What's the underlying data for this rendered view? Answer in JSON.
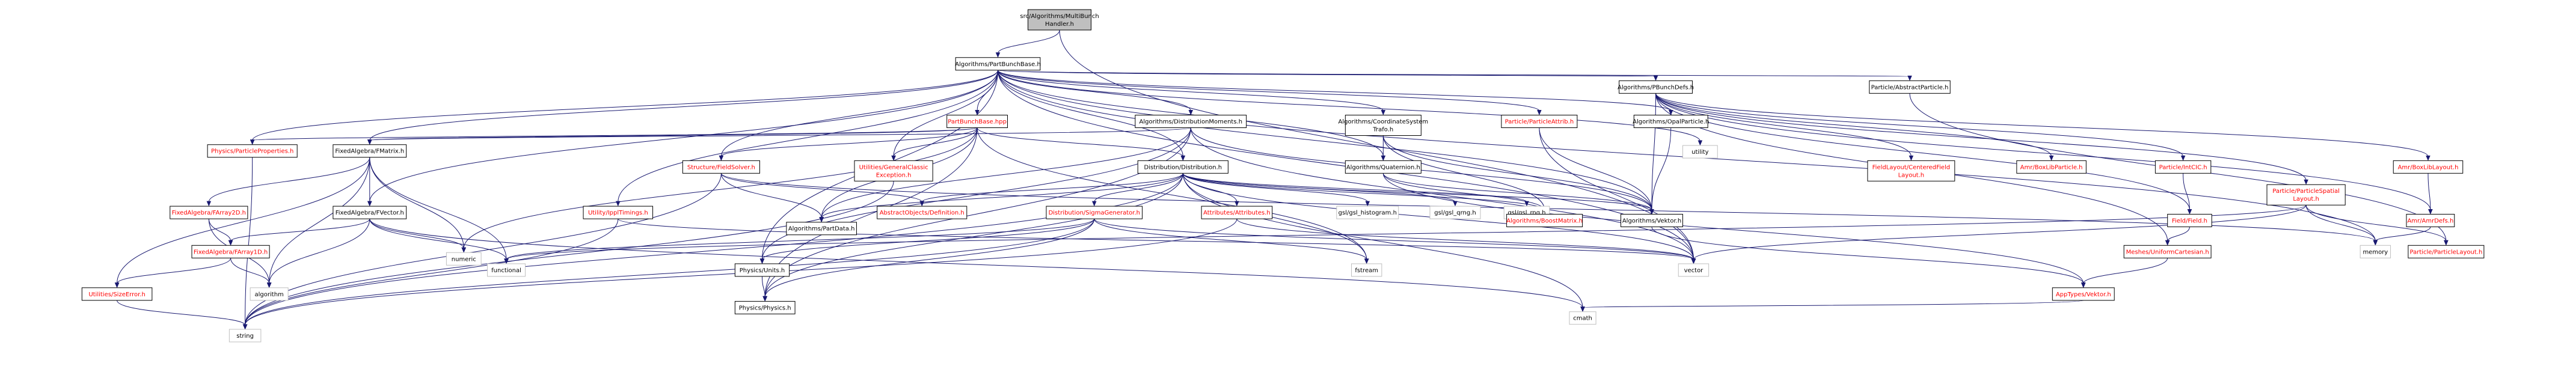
{
  "nodes": {
    "multibunch": {
      "lines": [
        "src/Algorithms/MultiBunch",
        "Handler.h"
      ],
      "kind": "focus",
      "color": "black"
    },
    "partbunchbase": {
      "lines": [
        "Algorithms/PartBunchBase.h"
      ],
      "kind": "normal",
      "color": "black"
    },
    "pbunchdefs": {
      "lines": [
        "Algorithms/PBunchDefs.h"
      ],
      "kind": "normal",
      "color": "black"
    },
    "abstractparticle": {
      "lines": [
        "Particle/AbstractParticle.h"
      ],
      "kind": "normal",
      "color": "black"
    },
    "partbunchbase_hpp": {
      "lines": [
        "PartBunchBase.hpp"
      ],
      "kind": "normal",
      "color": "red"
    },
    "distmoments": {
      "lines": [
        "Algorithms/DistributionMoments.h"
      ],
      "kind": "normal",
      "color": "black"
    },
    "coordsystrafo": {
      "lines": [
        "Algorithms/CoordinateSystem",
        "Trafo.h"
      ],
      "kind": "normal",
      "color": "black"
    },
    "particleattrib": {
      "lines": [
        "Particle/ParticleAttrib.h"
      ],
      "kind": "normal",
      "color": "red"
    },
    "opalparticle": {
      "lines": [
        "Algorithms/OpalParticle.h"
      ],
      "kind": "normal",
      "color": "black"
    },
    "utility": {
      "lines": [
        "utility"
      ],
      "kind": "missing",
      "color": "black"
    },
    "physprops": {
      "lines": [
        "Physics/ParticleProperties.h"
      ],
      "kind": "normal",
      "color": "red"
    },
    "fmatrix": {
      "lines": [
        "FixedAlgebra/FMatrix.h"
      ],
      "kind": "normal",
      "color": "black"
    },
    "structfieldsolver": {
      "lines": [
        "Structure/FieldSolver.h"
      ],
      "kind": "normal",
      "color": "red"
    },
    "genclassicexc": {
      "lines": [
        "Utilities/GeneralClassic",
        "Exception.h"
      ],
      "kind": "normal",
      "color": "red"
    },
    "distribution": {
      "lines": [
        "Distribution/Distribution.h"
      ],
      "kind": "normal",
      "color": "black"
    },
    "quaternion": {
      "lines": [
        "Algorithms/Quaternion.h"
      ],
      "kind": "normal",
      "color": "black"
    },
    "fieldlayout": {
      "lines": [
        "FieldLayout/CenteredField",
        "Layout.h"
      ],
      "kind": "normal",
      "color": "red"
    },
    "amrboxlibparticle": {
      "lines": [
        "Amr/BoxLibParticle.h"
      ],
      "kind": "normal",
      "color": "red"
    },
    "particleintcic": {
      "lines": [
        "Particle/IntCIC.h"
      ],
      "kind": "normal",
      "color": "red"
    },
    "particlespatial": {
      "lines": [
        "Particle/ParticleSpatial",
        "Layout.h"
      ],
      "kind": "normal",
      "color": "red"
    },
    "amrboxliblayout": {
      "lines": [
        "Amr/BoxLibLayout.h"
      ],
      "kind": "normal",
      "color": "red"
    },
    "fieldfield": {
      "lines": [
        "Field/Field.h"
      ],
      "kind": "normal",
      "color": "red"
    },
    "amrdefs": {
      "lines": [
        "Amr/AmrDefs.h"
      ],
      "kind": "normal",
      "color": "red"
    },
    "fixedfarray2d": {
      "lines": [
        "FixedAlgebra/FArray2D.h"
      ],
      "kind": "normal",
      "color": "red"
    },
    "fixedfvector": {
      "lines": [
        "FixedAlgebra/FVector.h"
      ],
      "kind": "normal",
      "color": "black"
    },
    "ipptimings": {
      "lines": [
        "Utility/IpplTimings.h"
      ],
      "kind": "normal",
      "color": "red"
    },
    "partdata": {
      "lines": [
        "Algorithms/PartData.h"
      ],
      "kind": "normal",
      "color": "black"
    },
    "abstractobjdef": {
      "lines": [
        "AbstractObjects/Definition.h"
      ],
      "kind": "normal",
      "color": "red"
    },
    "sigmagen": {
      "lines": [
        "Distribution/SigmaGenerator.h"
      ],
      "kind": "normal",
      "color": "red"
    },
    "attributes": {
      "lines": [
        "Attributes/Attributes.h"
      ],
      "kind": "normal",
      "color": "red"
    },
    "gsl_histogram": {
      "lines": [
        "gsl/gsl_histogram.h"
      ],
      "kind": "missing",
      "color": "black"
    },
    "gsl_qrng": {
      "lines": [
        "gsl/gsl_qrng.h"
      ],
      "kind": "missing",
      "color": "black"
    },
    "gsl_rng": {
      "lines": [
        "gsl/gsl_rng.h"
      ],
      "kind": "missing",
      "color": "black"
    },
    "boostmatrix": {
      "lines": [
        "Algorithms/BoostMatrix.h"
      ],
      "kind": "normal",
      "color": "red"
    },
    "algvektor": {
      "lines": [
        "Algorithms/Vektor.h"
      ],
      "kind": "normal",
      "color": "black"
    },
    "partlayout": {
      "lines": [
        "Particle/ParticleLayout.h"
      ],
      "kind": "normal",
      "color": "red"
    },
    "memory": {
      "lines": [
        "memory"
      ],
      "kind": "missing",
      "color": "black"
    },
    "meshes": {
      "lines": [
        "Meshes/UniformCartesian.h"
      ],
      "kind": "normal",
      "color": "red"
    },
    "fixedfarray1d": {
      "lines": [
        "FixedAlgebra/FArray1D.h"
      ],
      "kind": "normal",
      "color": "red"
    },
    "numeric": {
      "lines": [
        "numeric"
      ],
      "kind": "missing",
      "color": "black"
    },
    "functional": {
      "lines": [
        "functional"
      ],
      "kind": "missing",
      "color": "black"
    },
    "physunits": {
      "lines": [
        "Physics/Units.h"
      ],
      "kind": "normal",
      "color": "black"
    },
    "vector": {
      "lines": [
        "vector"
      ],
      "kind": "missing",
      "color": "black"
    },
    "fstream": {
      "lines": [
        "fstream"
      ],
      "kind": "missing",
      "color": "black"
    },
    "sizeerror": {
      "lines": [
        "Utilities/SizeError.h"
      ],
      "kind": "normal",
      "color": "red"
    },
    "algorithm": {
      "lines": [
        "algorithm"
      ],
      "kind": "missing",
      "color": "black"
    },
    "physphysics": {
      "lines": [
        "Physics/Physics.h"
      ],
      "kind": "normal",
      "color": "black"
    },
    "apptypesvektor": {
      "lines": [
        "AppTypes/Vektor.h"
      ],
      "kind": "normal",
      "color": "red"
    },
    "cmath": {
      "lines": [
        "cmath"
      ],
      "kind": "missing",
      "color": "black"
    },
    "string": {
      "lines": [
        "string"
      ],
      "kind": "missing",
      "color": "black"
    }
  },
  "edges": [
    [
      "multibunch",
      "partbunchbase"
    ],
    [
      "multibunch",
      "vector"
    ],
    [
      "partbunchbase",
      "pbunchdefs"
    ],
    [
      "partbunchbase",
      "abstractparticle"
    ],
    [
      "partbunchbase",
      "partbunchbase_hpp"
    ],
    [
      "partbunchbase",
      "distmoments"
    ],
    [
      "partbunchbase",
      "coordsystrafo"
    ],
    [
      "partbunchbase",
      "particleattrib"
    ],
    [
      "partbunchbase",
      "opalparticle"
    ],
    [
      "partbunchbase",
      "utility"
    ],
    [
      "partbunchbase",
      "physprops"
    ],
    [
      "partbunchbase",
      "fmatrix"
    ],
    [
      "partbunchbase",
      "structfieldsolver"
    ],
    [
      "partbunchbase",
      "genclassicexc"
    ],
    [
      "partbunchbase",
      "distribution"
    ],
    [
      "partbunchbase",
      "quaternion"
    ],
    [
      "partbunchbase",
      "algvektor"
    ],
    [
      "partbunchbase",
      "fixedfvector"
    ],
    [
      "partbunchbase",
      "ipptimings"
    ],
    [
      "partbunchbase",
      "physunits"
    ],
    [
      "partbunchbase",
      "vector"
    ],
    [
      "partbunchbase",
      "memory"
    ],
    [
      "partbunchbase_hpp",
      "physprops"
    ],
    [
      "partbunchbase_hpp",
      "fmatrix"
    ],
    [
      "partbunchbase_hpp",
      "structfieldsolver"
    ],
    [
      "partbunchbase_hpp",
      "genclassicexc"
    ],
    [
      "partbunchbase_hpp",
      "distribution"
    ],
    [
      "partbunchbase_hpp",
      "partdata"
    ],
    [
      "partbunchbase_hpp",
      "numeric"
    ],
    [
      "partbunchbase_hpp",
      "physphysics"
    ],
    [
      "partbunchbase_hpp",
      "fstream"
    ],
    [
      "distmoments",
      "fmatrix"
    ],
    [
      "distmoments",
      "algvektor"
    ],
    [
      "distmoments",
      "partdata"
    ],
    [
      "distmoments",
      "physunits"
    ],
    [
      "distmoments",
      "vector"
    ],
    [
      "distmoments",
      "physphysics"
    ],
    [
      "coordsystrafo",
      "quaternion"
    ],
    [
      "coordsystrafo",
      "algvektor"
    ],
    [
      "coordsystrafo",
      "boostmatrix"
    ],
    [
      "particleattrib",
      "algvektor"
    ],
    [
      "particleattrib",
      "vector"
    ],
    [
      "opalparticle",
      "algvektor"
    ],
    [
      "quaternion",
      "algvektor"
    ],
    [
      "quaternion",
      "boostmatrix"
    ],
    [
      "quaternion",
      "apptypesvektor"
    ],
    [
      "physprops",
      "string"
    ],
    [
      "fmatrix",
      "fixedfarray2d"
    ],
    [
      "fmatrix",
      "fixedfvector"
    ],
    [
      "fmatrix",
      "sizeerror"
    ],
    [
      "fmatrix",
      "numeric"
    ],
    [
      "fmatrix",
      "algorithm"
    ],
    [
      "fmatrix",
      "functional"
    ],
    [
      "structfieldsolver",
      "partdata"
    ],
    [
      "structfieldsolver",
      "abstractobjdef"
    ],
    [
      "structfieldsolver",
      "memory"
    ],
    [
      "structfieldsolver",
      "string"
    ],
    [
      "distribution",
      "partdata"
    ],
    [
      "distribution",
      "abstractobjdef"
    ],
    [
      "distribution",
      "sigmagen"
    ],
    [
      "distribution",
      "attributes"
    ],
    [
      "distribution",
      "gsl_histogram"
    ],
    [
      "distribution",
      "gsl_qrng"
    ],
    [
      "distribution",
      "gsl_rng"
    ],
    [
      "distribution",
      "boostmatrix"
    ],
    [
      "distribution",
      "algvektor"
    ],
    [
      "distribution",
      "vector"
    ],
    [
      "distribution",
      "fstream"
    ],
    [
      "distribution",
      "physphysics"
    ],
    [
      "distribution",
      "string"
    ],
    [
      "distribution",
      "cmath"
    ],
    [
      "pbunchdefs",
      "fieldlayout"
    ],
    [
      "pbunchdefs",
      "amrboxlibparticle"
    ],
    [
      "pbunchdefs",
      "particleintcic"
    ],
    [
      "pbunchdefs",
      "particlespatial"
    ],
    [
      "pbunchdefs",
      "amrboxliblayout"
    ],
    [
      "pbunchdefs",
      "fieldfield"
    ],
    [
      "pbunchdefs",
      "amrdefs"
    ],
    [
      "pbunchdefs",
      "meshes"
    ],
    [
      "pbunchdefs",
      "algvektor"
    ],
    [
      "abstractparticle",
      "partlayout"
    ],
    [
      "particleintcic",
      "fieldfield"
    ],
    [
      "fieldfield",
      "meshes"
    ],
    [
      "amrboxliblayout",
      "amrdefs"
    ],
    [
      "amrdefs",
      "memory"
    ],
    [
      "particlespatial",
      "partlayout"
    ],
    [
      "particlespatial",
      "vector"
    ],
    [
      "particlespatial",
      "memory"
    ],
    [
      "particlespatial",
      "functional"
    ],
    [
      "fixedfarray2d",
      "fixedfarray1d"
    ],
    [
      "fixedfarray2d",
      "algorithm"
    ],
    [
      "fixedfvector",
      "fixedfarray1d"
    ],
    [
      "fixedfvector",
      "numeric"
    ],
    [
      "fixedfvector",
      "algorithm"
    ],
    [
      "fixedfvector",
      "functional"
    ],
    [
      "fixedfvector",
      "cmath"
    ],
    [
      "fixedfarray1d",
      "sizeerror"
    ],
    [
      "fixedfarray1d",
      "algorithm"
    ],
    [
      "sizeerror",
      "string"
    ],
    [
      "ipptimings",
      "string"
    ],
    [
      "ipptimings",
      "vector"
    ],
    [
      "sigmagen",
      "physunits"
    ],
    [
      "sigmagen",
      "physphysics"
    ],
    [
      "sigmagen",
      "vector"
    ],
    [
      "sigmagen",
      "fstream"
    ],
    [
      "sigmagen",
      "string"
    ],
    [
      "sigmagen",
      "functional"
    ],
    [
      "attributes",
      "vector"
    ],
    [
      "attributes",
      "string"
    ],
    [
      "physunits",
      "physphysics"
    ],
    [
      "algvektor",
      "apptypesvektor"
    ],
    [
      "meshes",
      "apptypesvektor"
    ],
    [
      "apptypesvektor",
      "cmath"
    ],
    [
      "genclassicexc",
      "string"
    ]
  ]
}
